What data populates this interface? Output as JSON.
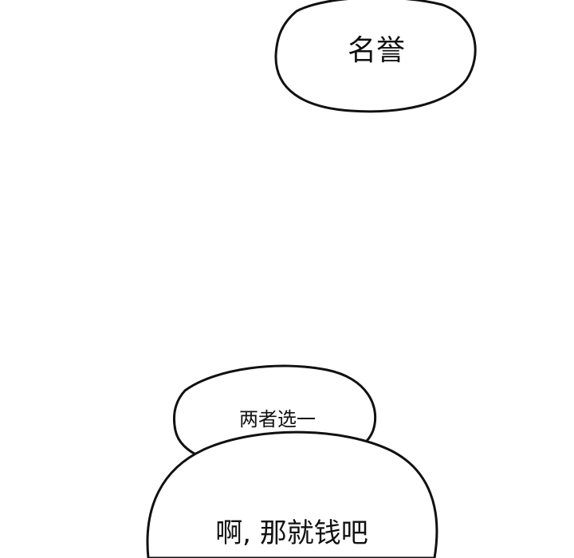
{
  "bubbles": {
    "top": {
      "text": "名誉"
    },
    "middle": {
      "text": "两者选一"
    },
    "bottom": {
      "text": "啊, 那就钱吧"
    }
  },
  "colors": {
    "background": "#ffffff",
    "ink": "#111111"
  }
}
